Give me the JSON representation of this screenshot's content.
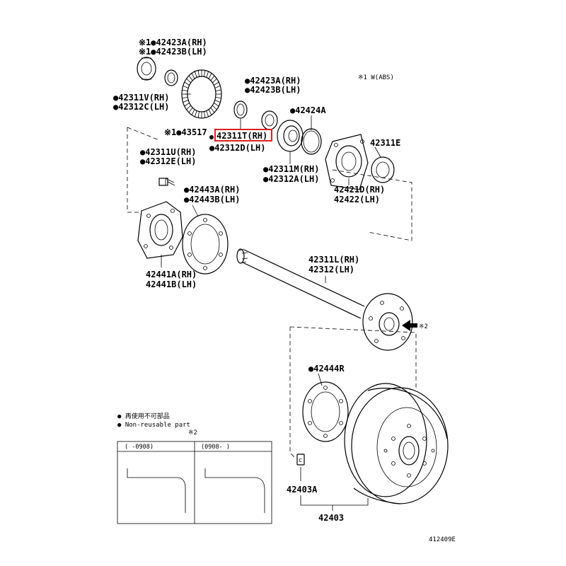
{
  "labels": {
    "oil_seal_rh": "※1●42423A(RH)",
    "oil_seal_lh": "※1●42423B(LH)",
    "bearing_lower_rh": "●42311V(RH)",
    "bearing_lower_lh": "●42312C(LH)",
    "seal_mid_rh": "●42423A(RH)",
    "seal_mid_lh": "●42423B(LH)",
    "snap_ring": "●42424A",
    "abs_note": "※1 W(ABS)",
    "abs_rotor": "※1●43517",
    "retainer_rh": "42311T(RH)",
    "retainer_lh": "●42312D(LH)",
    "bearing_m_rh": "●42311M(RH)",
    "bearing_m_lh": "●42312A(LH)",
    "bearing_e": "42311E",
    "case_rh": "42421D(RH)",
    "case_lh": "42422(LH)",
    "bolt_rh": "●42311U(RH)",
    "bolt_lh": "●42312E(LH)",
    "gasket_rh": "●42443A(RH)",
    "gasket_lh": "●42443B(LH)",
    "plate_rh": "42441A(RH)",
    "plate_lh": "42441B(LH)",
    "shaft_rh": "42311L(RH)",
    "shaft_lh": "42312(LH)",
    "ref2": "※2",
    "gasket_r": "●42444R",
    "plug": "42403A",
    "drum": "42403",
    "diagram_id": "412409E"
  },
  "legend": {
    "jp": "● 再使用不可部品",
    "en": "● Non-reusable part"
  },
  "table": {
    "marker": "※2",
    "col1": "(   -0908)",
    "col2": "(0908-    )"
  },
  "highlight_color": "#e02020"
}
